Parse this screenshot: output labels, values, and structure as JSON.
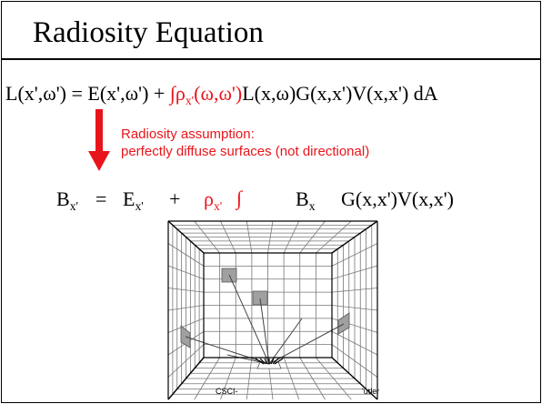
{
  "slide": {
    "title": "Radiosity Equation",
    "colors": {
      "accent": "#e8141b",
      "text": "#000000",
      "grid_line": "#777777",
      "patch": "#a0a0a0"
    },
    "equation": {
      "lhs": "L(x',ω')",
      "eq": " = ",
      "emission": "E(x',ω')",
      "plus": " + ",
      "integral": "∫",
      "brdf_symbol": "ρ",
      "brdf_sub": "x'",
      "brdf_args": "(ω,ω')",
      "rest": "L(x,ω)G(x,x')V(x,x') dA"
    },
    "note": {
      "line1": "Radiosity assumption:",
      "line2": "perfectly diffuse surfaces (not directional)"
    },
    "radiosity_equation": {
      "B": "B",
      "B_sub": "x'",
      "eq": "=",
      "E": "E",
      "E_sub": "x'",
      "plus": "+",
      "rho": "ρ",
      "rho_sub": "x'",
      "integral": "∫",
      "Bx": "B",
      "Bx_sub": "x",
      "G": "G(x,x')V(x,x')"
    },
    "footer": {
      "left": "CSCI-",
      "right": "'utler"
    }
  }
}
